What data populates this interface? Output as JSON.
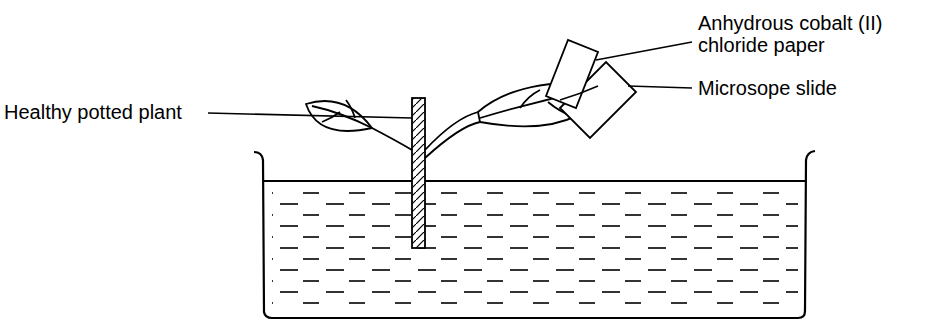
{
  "diagram": {
    "labels": [
      "Healthy potted plant",
      "Anhydrous cobalt (II) chloride paper",
      "Microsope slide"
    ]
  }
}
